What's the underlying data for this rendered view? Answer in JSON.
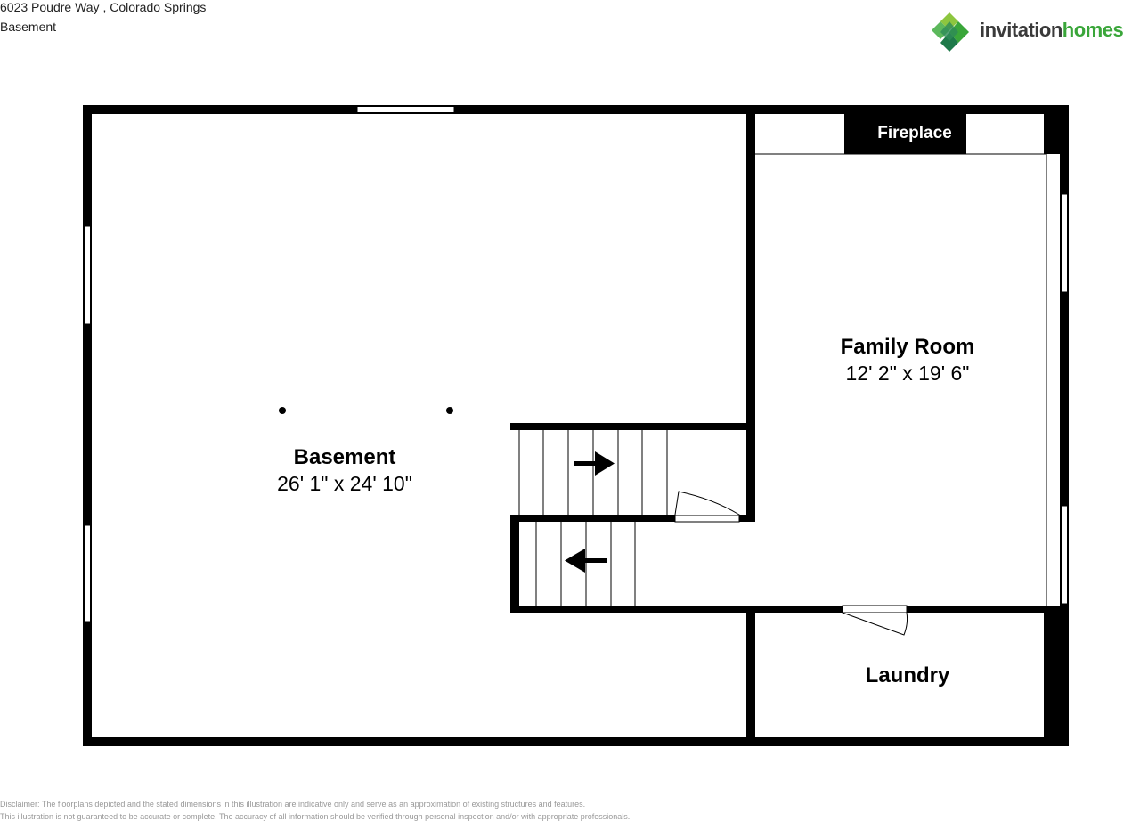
{
  "header": {
    "address": "6023 Poudre Way , Colorado Springs",
    "level": "Basement"
  },
  "logo": {
    "word1": "invitation",
    "word2": "homes",
    "colors": [
      "#8dc63f",
      "#3aa63a",
      "#1f7a4a",
      "#5cb85c"
    ]
  },
  "rooms": {
    "basement": {
      "name": "Basement",
      "dims": "26' 1\" x 24' 10\""
    },
    "family_room": {
      "name": "Family Room",
      "dims": "12' 2\" x 19' 6\""
    },
    "laundry": {
      "name": "Laundry"
    },
    "fireplace": {
      "label": "Fireplace"
    }
  },
  "disclaimer": {
    "line1": "Disclaimer: The floorplans depicted and the stated dimensions in this illustration are indicative only and serve as an approximation of existing structures and features.",
    "line2": "This illustration is not guaranteed to be accurate or complete. The accuracy of all information should be verified through personal inspection and/or with appropriate professionals."
  }
}
